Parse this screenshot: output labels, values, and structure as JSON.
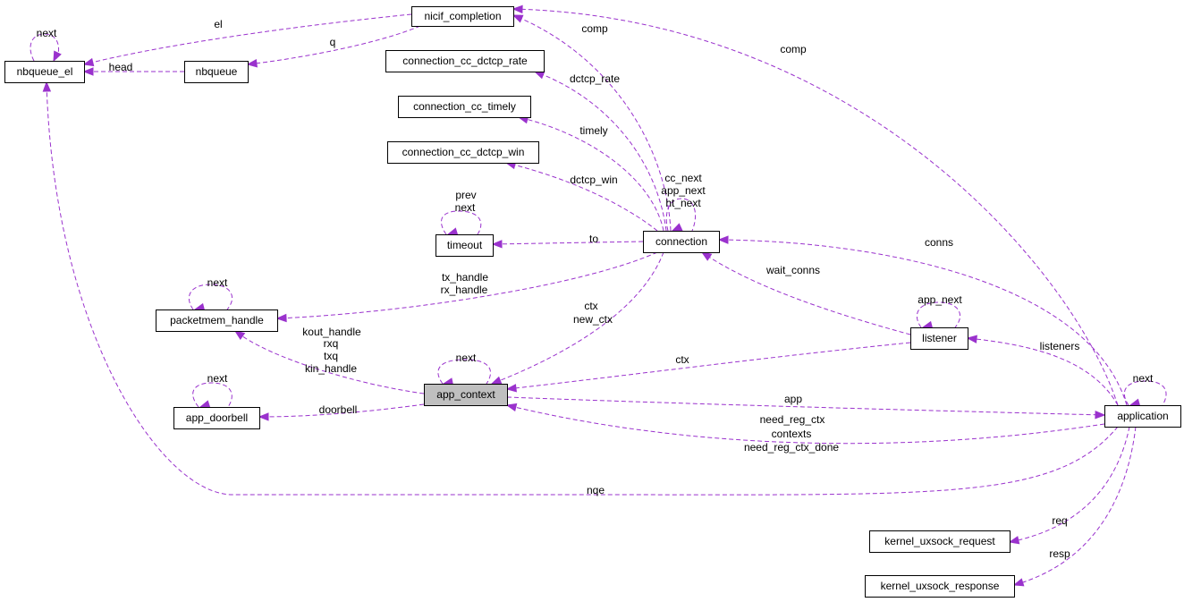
{
  "edge_color": "#9a32cd",
  "focus_fill": "#bfbfbf",
  "nodes": [
    {
      "id": "nicif_completion",
      "label": "nicif_completion"
    },
    {
      "id": "nbqueue_el",
      "label": "nbqueue_el"
    },
    {
      "id": "nbqueue",
      "label": "nbqueue"
    },
    {
      "id": "cc_dctcp_rate",
      "label": "connection_cc_dctcp_rate"
    },
    {
      "id": "cc_timely",
      "label": "connection_cc_timely"
    },
    {
      "id": "cc_dctcp_win",
      "label": "connection_cc_dctcp_win"
    },
    {
      "id": "timeout",
      "label": "timeout"
    },
    {
      "id": "connection",
      "label": "connection"
    },
    {
      "id": "packetmem_handle",
      "label": "packetmem_handle"
    },
    {
      "id": "listener",
      "label": "listener"
    },
    {
      "id": "app_context",
      "label": "app_context",
      "focus": true
    },
    {
      "id": "app_doorbell",
      "label": "app_doorbell"
    },
    {
      "id": "application",
      "label": "application"
    },
    {
      "id": "kernel_uxsock_request",
      "label": "kernel_uxsock_request"
    },
    {
      "id": "kernel_uxsock_response",
      "label": "kernel_uxsock_response"
    }
  ],
  "edges": [
    {
      "id": "nbqueue_el-next",
      "from": "nbqueue_el",
      "to": "nbqueue_el",
      "lines": [
        "next"
      ]
    },
    {
      "id": "nicif_completion-el",
      "from": "nicif_completion",
      "to": "nbqueue_el",
      "lines": [
        "el"
      ]
    },
    {
      "id": "nbqueue-head",
      "from": "nbqueue",
      "to": "nbqueue_el",
      "lines": [
        "head"
      ]
    },
    {
      "id": "nicif_completion-q",
      "from": "nicif_completion",
      "to": "nbqueue",
      "lines": [
        "q"
      ]
    },
    {
      "id": "connection-comp",
      "from": "connection",
      "to": "nicif_completion",
      "lines": [
        "comp"
      ]
    },
    {
      "id": "application-comp",
      "from": "application",
      "to": "nicif_completion",
      "lines": [
        "comp"
      ]
    },
    {
      "id": "connection-dctcp_rate",
      "from": "connection",
      "to": "cc_dctcp_rate",
      "lines": [
        "dctcp_rate"
      ]
    },
    {
      "id": "connection-timely",
      "from": "connection",
      "to": "cc_timely",
      "lines": [
        "timely"
      ]
    },
    {
      "id": "connection-dctcp_win",
      "from": "connection",
      "to": "cc_dctcp_win",
      "lines": [
        "dctcp_win"
      ]
    },
    {
      "id": "connection-self",
      "from": "connection",
      "to": "connection",
      "lines": [
        "cc_next",
        "app_next",
        "ht_next"
      ]
    },
    {
      "id": "timeout-self",
      "from": "timeout",
      "to": "timeout",
      "lines": [
        "prev",
        "next"
      ]
    },
    {
      "id": "connection-to",
      "from": "connection",
      "to": "timeout",
      "lines": [
        "to"
      ]
    },
    {
      "id": "application-conns",
      "from": "application",
      "to": "connection",
      "lines": [
        "conns"
      ]
    },
    {
      "id": "listener-wait_conns",
      "from": "listener",
      "to": "connection",
      "lines": [
        "wait_conns"
      ]
    },
    {
      "id": "packetmem_handle-next",
      "from": "packetmem_handle",
      "to": "packetmem_handle",
      "lines": [
        "next"
      ]
    },
    {
      "id": "connection-handles",
      "from": "connection",
      "to": "packetmem_handle",
      "lines": [
        "tx_handle",
        "rx_handle"
      ]
    },
    {
      "id": "app_context-handles",
      "from": "app_context",
      "to": "packetmem_handle",
      "lines": [
        "kout_handle",
        "rxq",
        "txq",
        "kin_handle"
      ]
    },
    {
      "id": "connection-ctx",
      "from": "connection",
      "to": "app_context",
      "lines": [
        "ctx",
        "new_ctx"
      ]
    },
    {
      "id": "listener-app_next",
      "from": "listener",
      "to": "listener",
      "lines": [
        "app_next"
      ]
    },
    {
      "id": "application-listeners",
      "from": "application",
      "to": "listener",
      "lines": [
        "listeners"
      ]
    },
    {
      "id": "app_context-next",
      "from": "app_context",
      "to": "app_context",
      "lines": [
        "next"
      ]
    },
    {
      "id": "listener-ctx",
      "from": "listener",
      "to": "app_context",
      "lines": [
        "ctx"
      ]
    },
    {
      "id": "app_doorbell-next",
      "from": "app_doorbell",
      "to": "app_doorbell",
      "lines": [
        "next"
      ]
    },
    {
      "id": "app_context-doorbell",
      "from": "app_context",
      "to": "app_doorbell",
      "lines": [
        "doorbell"
      ]
    },
    {
      "id": "app_context-app",
      "from": "app_context",
      "to": "application",
      "lines": [
        "app"
      ]
    },
    {
      "id": "application-contexts",
      "from": "application",
      "to": "app_context",
      "lines": [
        "need_reg_ctx",
        "contexts",
        "need_reg_ctx_done"
      ]
    },
    {
      "id": "application-next",
      "from": "application",
      "to": "application",
      "lines": [
        "next"
      ]
    },
    {
      "id": "application-nqe",
      "from": "application",
      "to": "nbqueue_el",
      "lines": [
        "nqe"
      ]
    },
    {
      "id": "application-req",
      "from": "application",
      "to": "kernel_uxsock_request",
      "lines": [
        "req"
      ]
    },
    {
      "id": "application-resp",
      "from": "application",
      "to": "kernel_uxsock_response",
      "lines": [
        "resp"
      ]
    }
  ]
}
